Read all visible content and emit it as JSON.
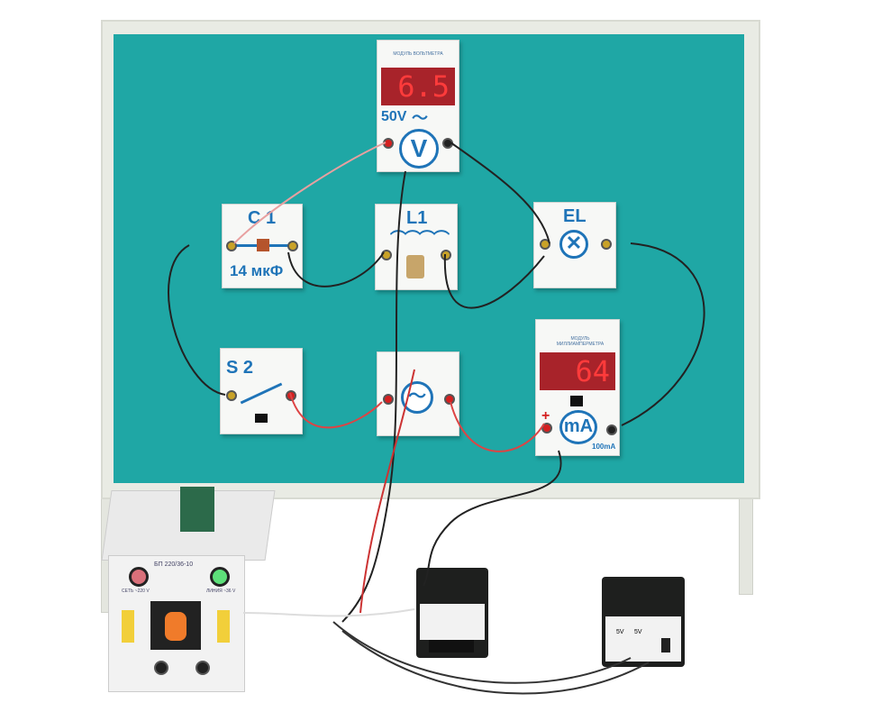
{
  "voltmeter": {
    "title": "МОДУЛЬ ВОЛЬТМЕТРА",
    "reading": "6.5",
    "range": "50V",
    "symbol": "V"
  },
  "milliammeter": {
    "title": "МОДУЛЬ МИЛЛИАМПЕРМЕТРА",
    "reading": "64",
    "symbol": "mA",
    "range": "100mA",
    "plus": "+"
  },
  "capacitor": {
    "label": "C 1",
    "value": "14 мкФ"
  },
  "inductor": {
    "label": "L1"
  },
  "lamp": {
    "label": "EL"
  },
  "switch": {
    "label": "S 2"
  },
  "power_unit": {
    "title": "БП 220/36-10",
    "left_lamp": "СЕТЬ ~220 V",
    "right_lamp": "ЛИНИЯ ~36 V"
  },
  "small_psu": {
    "out1": "5V",
    "out2": "5V"
  },
  "colors": {
    "board": "#1fa7a5",
    "module_blue": "#1f74b8",
    "display": "#a8232a"
  }
}
